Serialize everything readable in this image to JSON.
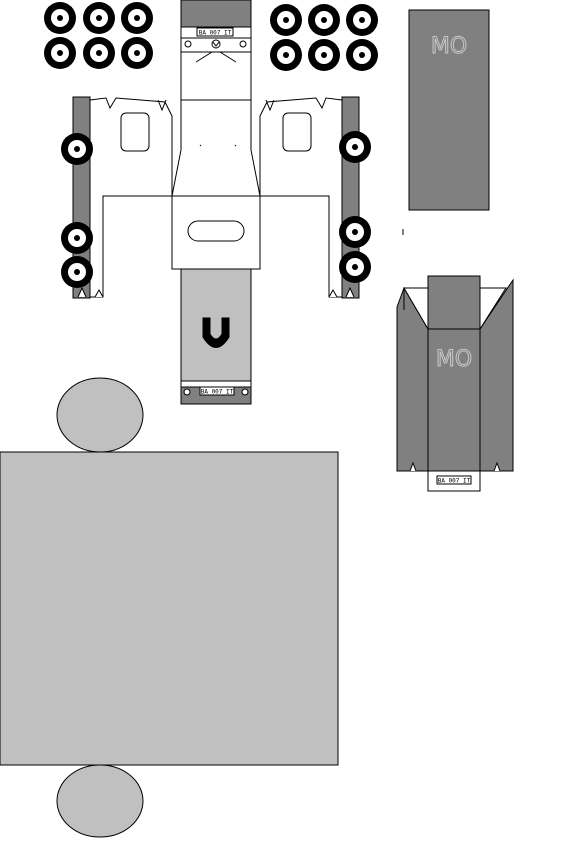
{
  "plates": {
    "front": "BA 007 IT",
    "rear": "BA 007 IT",
    "box": "BA 007 IT"
  },
  "logo": {
    "roof_panel": "MO",
    "box_front": "MO"
  },
  "colors": {
    "dark_gray": "#808080",
    "light_gray": "#c0c0c0",
    "outline": "#000000",
    "paper": "#ffffff",
    "tyre": "#000000",
    "logo": "#c8c8c8"
  }
}
